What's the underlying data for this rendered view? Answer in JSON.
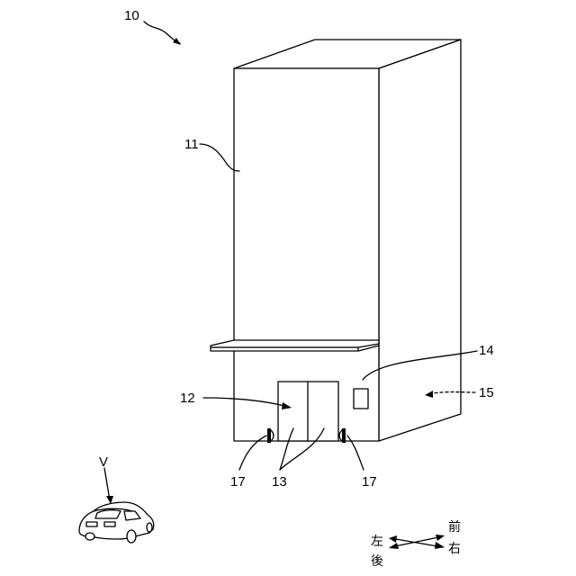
{
  "figure": {
    "labels": {
      "system": "10",
      "tower": "11",
      "entrance": "12",
      "doors": "13",
      "panel": "14",
      "side": "15",
      "sensor_left": "17",
      "doors_bottom": "13",
      "sensor_right": "17",
      "vehicle": "V"
    },
    "directions": {
      "front": "前",
      "right": "右",
      "left": "左",
      "rear": "後"
    }
  }
}
